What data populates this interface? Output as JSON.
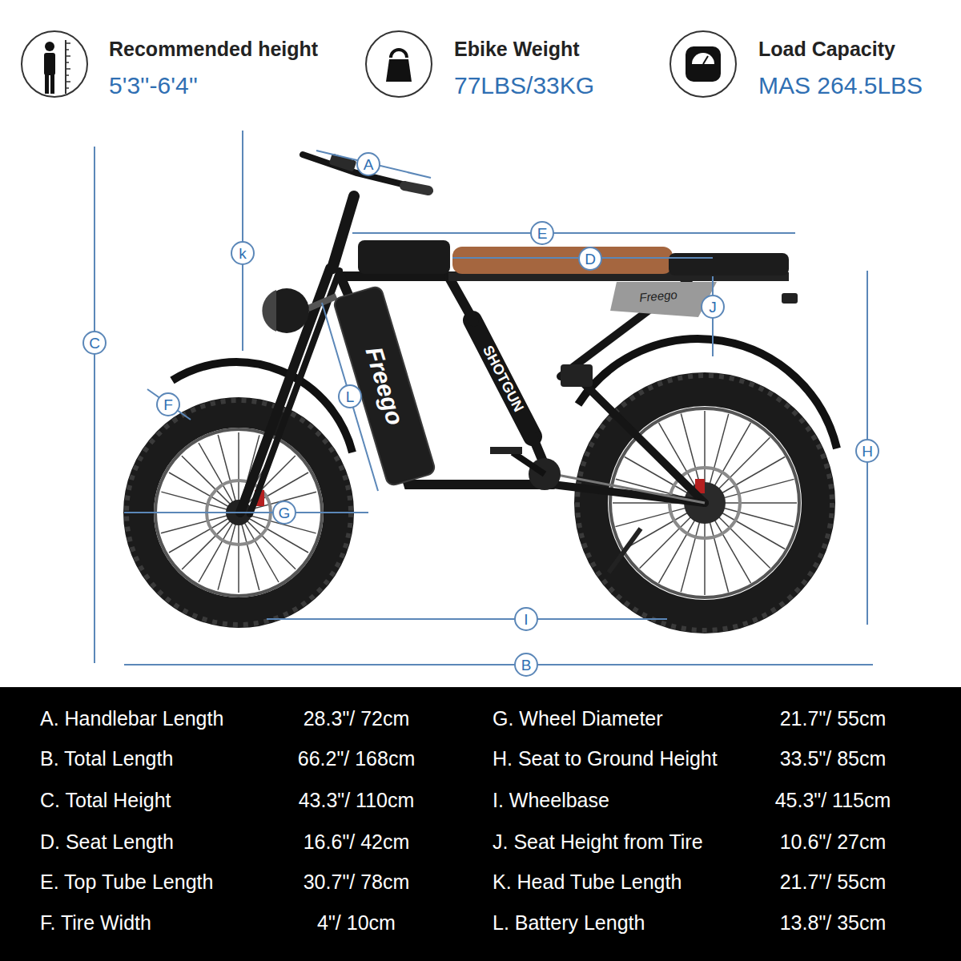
{
  "diagram": {
    "nodes": [
      {
        "text": [
          "A"
        ]
      },
      {
        "text": [
          "E"
        ]
      },
      {
        "text": [
          "k"
        ]
      },
      {
        "text": [
          "D"
        ]
      },
      {
        "text": [
          "J"
        ]
      },
      {
        "text": [
          "C"
        ]
      },
      {
        "text": [
          "L"
        ]
      },
      {
        "text": [
          "F"
        ]
      },
      {
        "text": [
          "H"
        ]
      },
      {
        "text": [
          "G"
        ]
      },
      {
        "text": [
          "I"
        ]
      },
      {
        "text": [
          "B"
        ]
      },
      {
        "text": [
          "A. Handlebar Length",
          "28.3\"/ 72cm",
          "G. Wheel Diameter",
          "21.7\"/ 55cm",
          "B. Total Length",
          "66.2\"/ 168cm",
          "H. Seat to Ground Height",
          "33.5\"/ 85cm",
          "C. Total Height",
          "43.3\"/ 110cm",
          "I. Wheelbase",
          "45.3\"/ 115cm",
          "D. Seat Length",
          "16.6\"/ 42cm",
          "J. Seat Height from Tire",
          "10.6\"/ 27cm",
          "E. Top Tube Length",
          "30.7\"/ 78cm",
          "K. Head Tube Length",
          "21.7\"/ 55cm",
          "F. Tire Width",
          "4\"/ 10cm",
          "L. Battery Length",
          "13.8\"/ 35cm"
        ]
      }
    ],
    "labels": [
      "Recommended height",
      "5'3''-6'4''",
      "Ebike Weight",
      "77LBS/33KG",
      "Load Capacity",
      "MAS 264.5LBS",
      "Freego",
      "SHOTGUN",
      "Freego"
    ]
  }
}
